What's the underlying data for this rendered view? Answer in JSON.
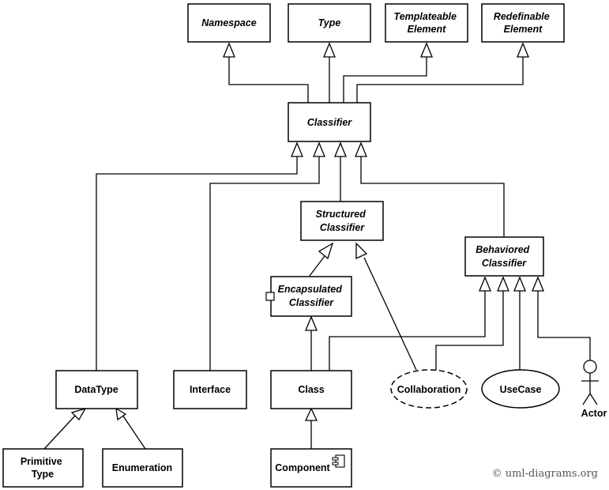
{
  "diagram": {
    "nodes": {
      "namespace": {
        "lines": [
          "Namespace"
        ]
      },
      "type": {
        "lines": [
          "Type"
        ]
      },
      "templateable_element": {
        "lines": [
          "Templateable",
          "Element"
        ]
      },
      "redefinable_element": {
        "lines": [
          "Redefinable",
          "Element"
        ]
      },
      "classifier": {
        "lines": [
          "Classifier"
        ]
      },
      "structured_classifier": {
        "lines": [
          "Structured",
          "Classifier"
        ]
      },
      "behaviored_classifier": {
        "lines": [
          "Behaviored",
          "Classifier"
        ]
      },
      "encapsulated_classifier": {
        "lines": [
          "Encapsulated",
          "Classifier"
        ]
      },
      "datatype": {
        "lines": [
          "DataType"
        ]
      },
      "interface": {
        "lines": [
          "Interface"
        ]
      },
      "class": {
        "lines": [
          "Class"
        ]
      },
      "collaboration": {
        "lines": [
          "Collaboration"
        ]
      },
      "usecase": {
        "lines": [
          "UseCase"
        ]
      },
      "actor": {
        "lines": [
          "Actor"
        ]
      },
      "primitive_type": {
        "lines": [
          "Primitive",
          "Type"
        ]
      },
      "enumeration": {
        "lines": [
          "Enumeration"
        ]
      },
      "component": {
        "lines": [
          "Component"
        ]
      }
    },
    "copyright": "© uml-diagrams.org"
  }
}
